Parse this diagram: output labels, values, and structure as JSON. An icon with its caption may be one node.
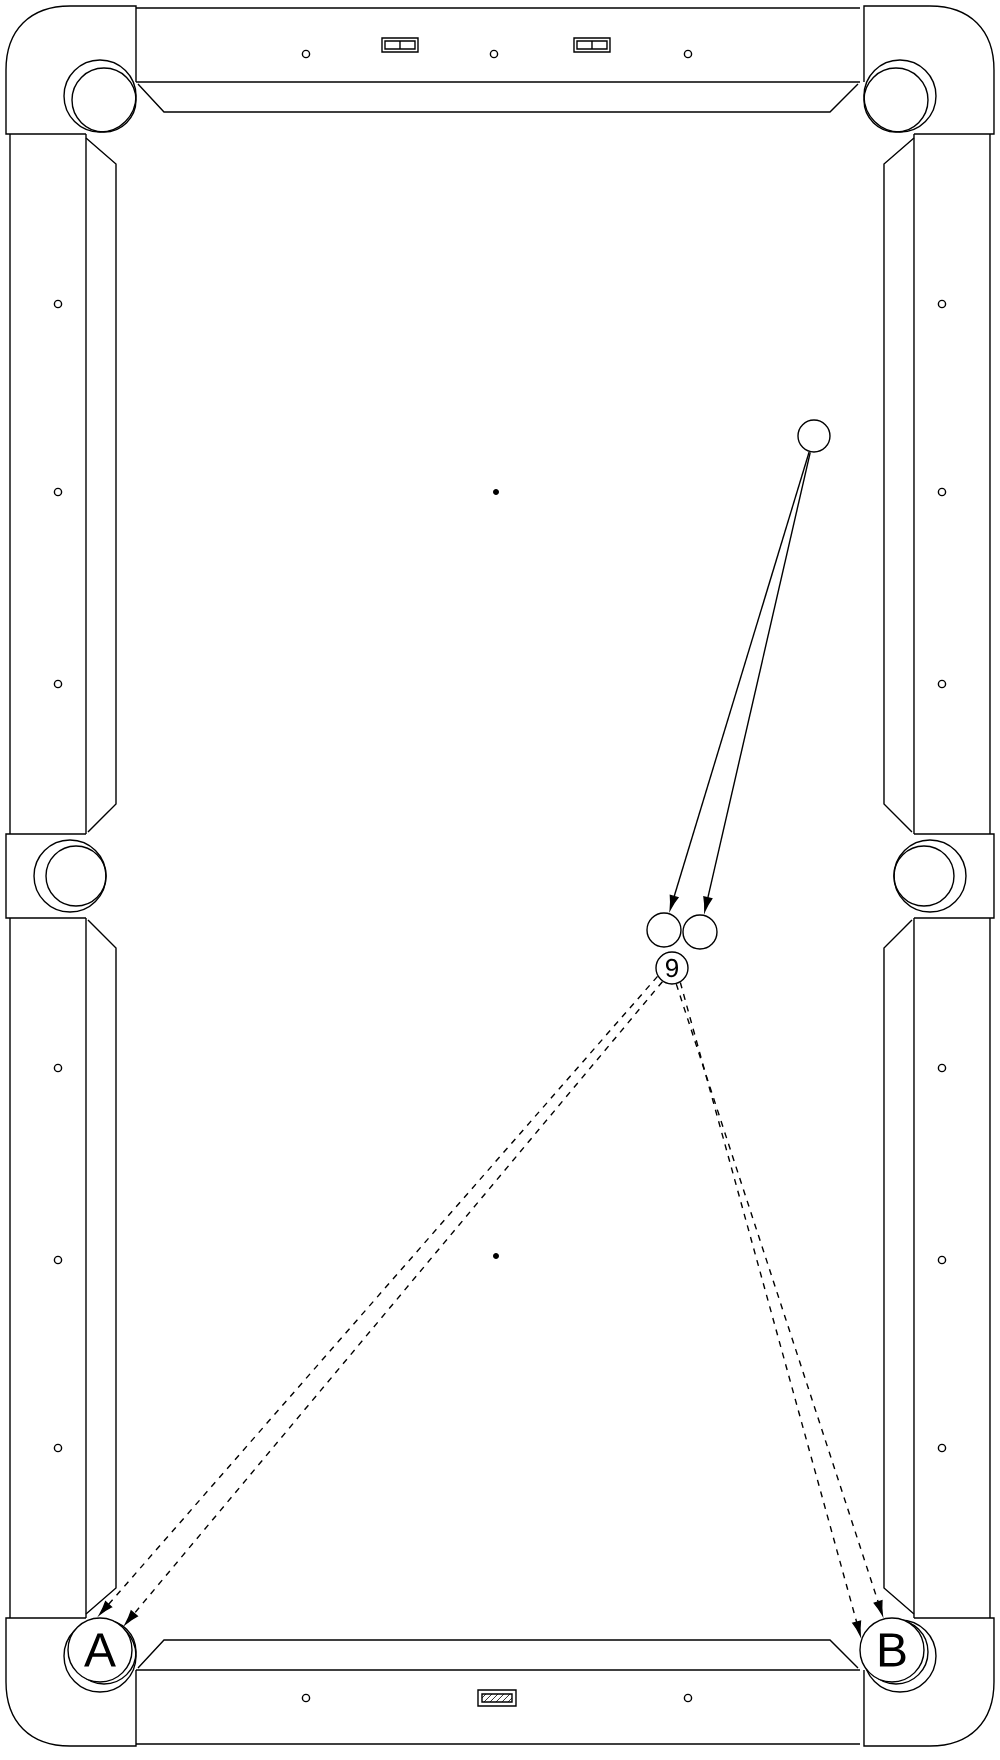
{
  "diagram": {
    "nodes": [
      {
        "text": [],
        "shape": "circle"
      },
      {
        "text": [],
        "shape": "circle"
      },
      {
        "text": [],
        "shape": "circle"
      },
      {
        "text": [
          "9"
        ]
      },
      {
        "text": [
          "A"
        ]
      },
      {
        "text": [
          "B"
        ]
      }
    ],
    "edges": [
      {
        "from": 0,
        "to": 1,
        "arrow": "to"
      },
      {
        "from": 0,
        "to": 2,
        "arrow": "to"
      },
      {
        "from": 3,
        "to": 4,
        "arrow": "to",
        "style": "dashed"
      },
      {
        "from": 3,
        "to": 4,
        "arrow": "to",
        "style": "dashed"
      },
      {
        "from": 3,
        "to": 5,
        "arrow": "to",
        "style": "dashed"
      },
      {
        "from": 3,
        "to": 5,
        "arrow": "to",
        "style": "dashed"
      }
    ]
  }
}
